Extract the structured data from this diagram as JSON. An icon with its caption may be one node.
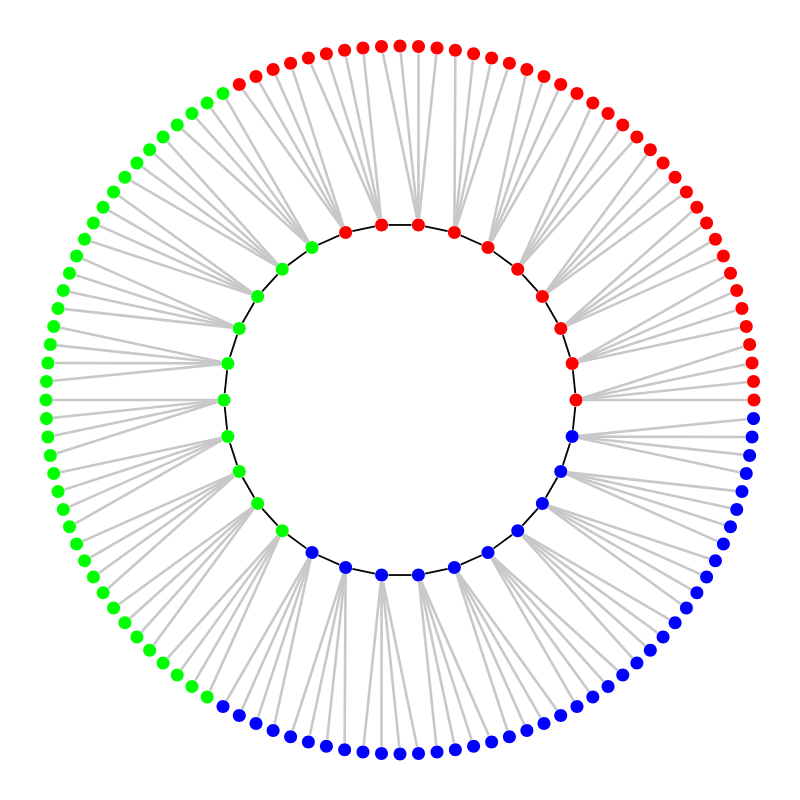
{
  "diagram": {
    "nodes": [
      {
        "text": [],
        "shape": "circle"
      },
      {
        "text": [],
        "shape": "circle"
      },
      {
        "text": [],
        "shape": "circle"
      },
      {
        "text": [],
        "shape": "circle"
      },
      {
        "text": [],
        "shape": "circle"
      },
      {
        "text": [],
        "shape": "circle"
      },
      {
        "text": [],
        "shape": "circle"
      },
      {
        "text": [],
        "shape": "circle"
      },
      {
        "text": [],
        "shape": "circle"
      },
      {
        "text": [],
        "shape": "circle"
      },
      {
        "text": [],
        "shape": "circle"
      },
      {
        "text": [],
        "shape": "circle"
      },
      {
        "text": [],
        "shape": "circle"
      },
      {
        "text": [],
        "shape": "circle"
      },
      {
        "text": [],
        "shape": "circle"
      },
      {
        "text": [],
        "shape": "circle"
      },
      {
        "text": [],
        "shape": "circle"
      },
      {
        "text": [],
        "shape": "circle"
      },
      {
        "text": [],
        "shape": "circle"
      },
      {
        "text": [],
        "shape": "circle"
      },
      {
        "text": [],
        "shape": "circle"
      },
      {
        "text": [],
        "shape": "circle"
      },
      {
        "text": [],
        "shape": "circle"
      },
      {
        "text": [],
        "shape": "circle"
      },
      {
        "text": [],
        "shape": "circle"
      },
      {
        "text": [],
        "shape": "circle"
      },
      {
        "text": [],
        "shape": "circle"
      },
      {
        "text": [],
        "shape": "circle"
      },
      {
        "text": [],
        "shape": "circle"
      },
      {
        "text": [],
        "shape": "circle"
      },
      {
        "text": [],
        "shape": "circle"
      },
      {
        "text": [],
        "shape": "circle"
      },
      {
        "text": [],
        "shape": "circle"
      },
      {
        "text": [],
        "shape": "circle"
      },
      {
        "text": [],
        "shape": "circle"
      },
      {
        "text": [],
        "shape": "circle"
      },
      {
        "text": [],
        "shape": "circle"
      },
      {
        "text": [],
        "shape": "circle"
      },
      {
        "text": [],
        "shape": "circle"
      },
      {
        "text": [],
        "shape": "circle"
      },
      {
        "text": [],
        "shape": "circle"
      },
      {
        "text": [],
        "shape": "circle"
      },
      {
        "text": [],
        "shape": "circle"
      },
      {
        "text": [],
        "shape": "circle"
      },
      {
        "text": [],
        "shape": "circle"
      },
      {
        "text": [],
        "shape": "circle"
      },
      {
        "text": [],
        "shape": "circle"
      },
      {
        "text": [],
        "shape": "circle"
      },
      {
        "text": [],
        "shape": "circle"
      },
      {
        "text": [],
        "shape": "circle"
      },
      {
        "text": [],
        "shape": "circle"
      },
      {
        "text": [],
        "shape": "circle"
      },
      {
        "text": [],
        "shape": "circle"
      },
      {
        "text": [],
        "shape": "circle"
      },
      {
        "text": [],
        "shape": "circle"
      },
      {
        "text": [],
        "shape": "circle"
      },
      {
        "text": [],
        "shape": "circle"
      },
      {
        "text": [],
        "shape": "circle"
      },
      {
        "text": [],
        "shape": "circle"
      },
      {
        "text": [],
        "shape": "circle"
      },
      {
        "text": [],
        "shape": "circle"
      },
      {
        "text": [],
        "shape": "circle"
      },
      {
        "text": [],
        "shape": "circle"
      },
      {
        "text": [],
        "shape": "circle"
      },
      {
        "text": [],
        "shape": "circle"
      },
      {
        "text": [],
        "shape": "circle"
      },
      {
        "text": [],
        "shape": "circle"
      },
      {
        "text": [],
        "shape": "circle"
      },
      {
        "text": [],
        "shape": "circle"
      },
      {
        "text": [],
        "shape": "circle"
      },
      {
        "text": [],
        "shape": "circle"
      },
      {
        "text": [],
        "shape": "circle"
      },
      {
        "text": [],
        "shape": "circle"
      },
      {
        "text": [],
        "shape": "circle"
      },
      {
        "text": [],
        "shape": "circle"
      },
      {
        "text": [],
        "shape": "circle"
      },
      {
        "text": [],
        "shape": "circle"
      },
      {
        "text": [],
        "shape": "circle"
      },
      {
        "text": [],
        "shape": "circle"
      },
      {
        "text": [],
        "shape": "circle"
      },
      {
        "text": [],
        "shape": "circle"
      },
      {
        "text": [],
        "shape": "circle"
      },
      {
        "text": [],
        "shape": "circle"
      },
      {
        "text": [],
        "shape": "circle"
      },
      {
        "text": [],
        "shape": "circle"
      },
      {
        "text": [],
        "shape": "circle"
      },
      {
        "text": [],
        "shape": "circle"
      },
      {
        "text": [],
        "shape": "circle"
      },
      {
        "text": [],
        "shape": "circle"
      },
      {
        "text": [],
        "shape": "circle"
      },
      {
        "text": [],
        "shape": "circle"
      },
      {
        "text": [],
        "shape": "circle"
      },
      {
        "text": [],
        "shape": "circle"
      },
      {
        "text": [],
        "shape": "circle"
      },
      {
        "text": [],
        "shape": "circle"
      },
      {
        "text": [],
        "shape": "circle"
      },
      {
        "text": [],
        "shape": "circle"
      },
      {
        "text": [],
        "shape": "circle"
      },
      {
        "text": [],
        "shape": "circle"
      },
      {
        "text": [],
        "shape": "circle"
      },
      {
        "text": [],
        "shape": "circle"
      },
      {
        "text": [],
        "shape": "circle"
      },
      {
        "text": [],
        "shape": "circle"
      },
      {
        "text": [],
        "shape": "circle"
      },
      {
        "text": [],
        "shape": "circle"
      },
      {
        "text": [],
        "shape": "circle"
      },
      {
        "text": [],
        "shape": "circle"
      },
      {
        "text": [],
        "shape": "circle"
      },
      {
        "text": [],
        "shape": "circle"
      },
      {
        "text": [],
        "shape": "circle"
      },
      {
        "text": [],
        "shape": "circle"
      },
      {
        "text": [],
        "shape": "circle"
      },
      {
        "text": [],
        "shape": "circle"
      },
      {
        "text": [],
        "shape": "circle"
      },
      {
        "text": [],
        "shape": "circle"
      },
      {
        "text": [],
        "shape": "circle"
      },
      {
        "text": [],
        "shape": "circle"
      },
      {
        "text": [],
        "shape": "circle"
      },
      {
        "text": [],
        "shape": "circle"
      },
      {
        "text": [],
        "shape": "circle"
      },
      {
        "text": [],
        "shape": "circle"
      },
      {
        "text": [],
        "shape": "circle"
      },
      {
        "text": [],
        "shape": "circle"
      },
      {
        "text": [],
        "shape": "circle"
      },
      {
        "text": [],
        "shape": "circle"
      },
      {
        "text": [],
        "shape": "circle"
      },
      {
        "text": [],
        "shape": "circle"
      },
      {
        "text": [],
        "shape": "circle"
      },
      {
        "text": [],
        "shape": "circle"
      },
      {
        "text": [],
        "shape": "circle"
      },
      {
        "text": [],
        "shape": "circle"
      },
      {
        "text": [],
        "shape": "circle"
      },
      {
        "text": [],
        "shape": "circle"
      },
      {
        "text": [],
        "shape": "circle"
      },
      {
        "text": [],
        "shape": "circle"
      },
      {
        "text": [],
        "shape": "circle"
      },
      {
        "text": [],
        "shape": "circle"
      },
      {
        "text": [],
        "shape": "circle"
      },
      {
        "text": [],
        "shape": "circle"
      },
      {
        "text": [],
        "shape": "circle"
      },
      {
        "text": [],
        "shape": "circle"
      },
      {
        "text": [],
        "shape": "circle"
      },
      {
        "text": [],
        "shape": "circle"
      },
      {
        "text": [],
        "shape": "circle"
      },
      {
        "text": [],
        "shape": "circle"
      },
      {
        "text": [],
        "shape": "circle"
      },
      {
        "text": [],
        "shape": "circle"
      },
      {
        "text": [],
        "shape": "circle"
      },
      {
        "text": [],
        "shape": "circle"
      },
      {
        "text": [],
        "shape": "circle"
      }
    ],
    "edges": [
      {
        "from": 0,
        "to": 1,
        "arrow": "none",
        "color": "#000000"
      },
      {
        "from": 1,
        "to": 2,
        "arrow": "none",
        "color": "#000000"
      },
      {
        "from": 2,
        "to": 3,
        "arrow": "none",
        "color": "#000000"
      },
      {
        "from": 3,
        "to": 4,
        "arrow": "none",
        "color": "#000000"
      },
      {
        "from": 4,
        "to": 5,
        "arrow": "none",
        "color": "#000000"
      },
      {
        "from": 5,
        "to": 6,
        "arrow": "none",
        "color": "#000000"
      },
      {
        "from": 6,
        "to": 7,
        "arrow": "none",
        "color": "#000000"
      },
      {
        "from": 7,
        "to": 8,
        "arrow": "none",
        "color": "#000000"
      },
      {
        "from": 8,
        "to": 9,
        "arrow": "none",
        "color": "#000000"
      },
      {
        "from": 9,
        "to": 10,
        "arrow": "none",
        "color": "#000000"
      },
      {
        "from": 10,
        "to": 11,
        "arrow": "none",
        "color": "#000000"
      },
      {
        "from": 11,
        "to": 12,
        "arrow": "none",
        "color": "#000000"
      },
      {
        "from": 12,
        "to": 13,
        "arrow": "none",
        "color": "#000000"
      },
      {
        "from": 13,
        "to": 14,
        "arrow": "none",
        "color": "#000000"
      },
      {
        "from": 14,
        "to": 15,
        "arrow": "none",
        "color": "#000000"
      },
      {
        "from": 15,
        "to": 16,
        "arrow": "none",
        "color": "#000000"
      },
      {
        "from": 16,
        "to": 17,
        "arrow": "none",
        "color": "#000000"
      },
      {
        "from": 17,
        "to": 18,
        "arrow": "none",
        "color": "#000000"
      },
      {
        "from": 18,
        "to": 19,
        "arrow": "none",
        "color": "#000000"
      },
      {
        "from": 19,
        "to": 20,
        "arrow": "none",
        "color": "#000000"
      },
      {
        "from": 20,
        "to": 21,
        "arrow": "none",
        "color": "#000000"
      },
      {
        "from": 21,
        "to": 22,
        "arrow": "none",
        "color": "#000000"
      },
      {
        "from": 22,
        "to": 23,
        "arrow": "none",
        "color": "#000000"
      },
      {
        "from": 23,
        "to": 24,
        "arrow": "none",
        "color": "#000000"
      },
      {
        "from": 24,
        "to": 25,
        "arrow": "none",
        "color": "#000000"
      },
      {
        "from": 25,
        "to": 26,
        "arrow": "none",
        "color": "#000000"
      },
      {
        "from": 26,
        "to": 27,
        "arrow": "none",
        "color": "#000000"
      },
      {
        "from": 27,
        "to": 28,
        "arrow": "none",
        "color": "#000000"
      },
      {
        "from": 28,
        "to": 29,
        "arrow": "none",
        "color": "#000000"
      },
      {
        "from": 29,
        "to": 0,
        "arrow": "none",
        "color": "#000000"
      },
      {
        "from": 0,
        "to": 30,
        "arrow": "none"
      },
      {
        "from": 0,
        "to": 31,
        "arrow": "none"
      },
      {
        "from": 0,
        "to": 32,
        "arrow": "none"
      },
      {
        "from": 0,
        "to": 33,
        "arrow": "none"
      },
      {
        "from": 1,
        "to": 34,
        "arrow": "none"
      },
      {
        "from": 1,
        "to": 35,
        "arrow": "none"
      },
      {
        "from": 1,
        "to": 36,
        "arrow": "none"
      },
      {
        "from": 1,
        "to": 37,
        "arrow": "none"
      },
      {
        "from": 2,
        "to": 38,
        "arrow": "none"
      },
      {
        "from": 2,
        "to": 39,
        "arrow": "none"
      },
      {
        "from": 2,
        "to": 40,
        "arrow": "none"
      },
      {
        "from": 2,
        "to": 41,
        "arrow": "none"
      },
      {
        "from": 3,
        "to": 42,
        "arrow": "none"
      },
      {
        "from": 3,
        "to": 43,
        "arrow": "none"
      },
      {
        "from": 3,
        "to": 44,
        "arrow": "none"
      },
      {
        "from": 3,
        "to": 45,
        "arrow": "none"
      },
      {
        "from": 4,
        "to": 46,
        "arrow": "none"
      },
      {
        "from": 4,
        "to": 47,
        "arrow": "none"
      },
      {
        "from": 4,
        "to": 48,
        "arrow": "none"
      },
      {
        "from": 4,
        "to": 49,
        "arrow": "none"
      },
      {
        "from": 5,
        "to": 50,
        "arrow": "none"
      },
      {
        "from": 5,
        "to": 51,
        "arrow": "none"
      },
      {
        "from": 5,
        "to": 52,
        "arrow": "none"
      },
      {
        "from": 5,
        "to": 53,
        "arrow": "none"
      },
      {
        "from": 6,
        "to": 54,
        "arrow": "none"
      },
      {
        "from": 6,
        "to": 55,
        "arrow": "none"
      },
      {
        "from": 6,
        "to": 56,
        "arrow": "none"
      },
      {
        "from": 6,
        "to": 57,
        "arrow": "none"
      },
      {
        "from": 7,
        "to": 58,
        "arrow": "none"
      },
      {
        "from": 7,
        "to": 59,
        "arrow": "none"
      },
      {
        "from": 7,
        "to": 60,
        "arrow": "none"
      },
      {
        "from": 7,
        "to": 61,
        "arrow": "none"
      },
      {
        "from": 8,
        "to": 62,
        "arrow": "none"
      },
      {
        "from": 8,
        "to": 63,
        "arrow": "none"
      },
      {
        "from": 8,
        "to": 64,
        "arrow": "none"
      },
      {
        "from": 8,
        "to": 65,
        "arrow": "none"
      },
      {
        "from": 9,
        "to": 66,
        "arrow": "none"
      },
      {
        "from": 9,
        "to": 67,
        "arrow": "none"
      },
      {
        "from": 9,
        "to": 68,
        "arrow": "none"
      },
      {
        "from": 9,
        "to": 69,
        "arrow": "none"
      },
      {
        "from": 10,
        "to": 70,
        "arrow": "none"
      },
      {
        "from": 10,
        "to": 71,
        "arrow": "none"
      },
      {
        "from": 10,
        "to": 72,
        "arrow": "none"
      },
      {
        "from": 10,
        "to": 73,
        "arrow": "none"
      },
      {
        "from": 11,
        "to": 74,
        "arrow": "none"
      },
      {
        "from": 11,
        "to": 75,
        "arrow": "none"
      },
      {
        "from": 11,
        "to": 76,
        "arrow": "none"
      },
      {
        "from": 11,
        "to": 77,
        "arrow": "none"
      },
      {
        "from": 12,
        "to": 78,
        "arrow": "none"
      },
      {
        "from": 12,
        "to": 79,
        "arrow": "none"
      },
      {
        "from": 12,
        "to": 80,
        "arrow": "none"
      },
      {
        "from": 12,
        "to": 81,
        "arrow": "none"
      },
      {
        "from": 13,
        "to": 82,
        "arrow": "none"
      },
      {
        "from": 13,
        "to": 83,
        "arrow": "none"
      },
      {
        "from": 13,
        "to": 84,
        "arrow": "none"
      },
      {
        "from": 13,
        "to": 85,
        "arrow": "none"
      },
      {
        "from": 14,
        "to": 86,
        "arrow": "none"
      },
      {
        "from": 14,
        "to": 87,
        "arrow": "none"
      },
      {
        "from": 14,
        "to": 88,
        "arrow": "none"
      },
      {
        "from": 14,
        "to": 89,
        "arrow": "none"
      },
      {
        "from": 15,
        "to": 90,
        "arrow": "none"
      },
      {
        "from": 15,
        "to": 91,
        "arrow": "none"
      },
      {
        "from": 15,
        "to": 92,
        "arrow": "none"
      },
      {
        "from": 15,
        "to": 93,
        "arrow": "none"
      },
      {
        "from": 16,
        "to": 94,
        "arrow": "none"
      },
      {
        "from": 16,
        "to": 95,
        "arrow": "none"
      },
      {
        "from": 16,
        "to": 96,
        "arrow": "none"
      },
      {
        "from": 16,
        "to": 97,
        "arrow": "none"
      },
      {
        "from": 17,
        "to": 98,
        "arrow": "none"
      },
      {
        "from": 17,
        "to": 99,
        "arrow": "none"
      },
      {
        "from": 17,
        "to": 100,
        "arrow": "none"
      },
      {
        "from": 17,
        "to": 101,
        "arrow": "none"
      },
      {
        "from": 18,
        "to": 102,
        "arrow": "none"
      },
      {
        "from": 18,
        "to": 103,
        "arrow": "none"
      },
      {
        "from": 18,
        "to": 104,
        "arrow": "none"
      },
      {
        "from": 18,
        "to": 105,
        "arrow": "none"
      },
      {
        "from": 19,
        "to": 106,
        "arrow": "none"
      },
      {
        "from": 19,
        "to": 107,
        "arrow": "none"
      },
      {
        "from": 19,
        "to": 108,
        "arrow": "none"
      },
      {
        "from": 19,
        "to": 109,
        "arrow": "none"
      },
      {
        "from": 20,
        "to": 110,
        "arrow": "none"
      },
      {
        "from": 20,
        "to": 111,
        "arrow": "none"
      },
      {
        "from": 20,
        "to": 112,
        "arrow": "none"
      },
      {
        "from": 20,
        "to": 113,
        "arrow": "none"
      },
      {
        "from": 21,
        "to": 114,
        "arrow": "none"
      },
      {
        "from": 21,
        "to": 115,
        "arrow": "none"
      },
      {
        "from": 21,
        "to": 116,
        "arrow": "none"
      },
      {
        "from": 21,
        "to": 117,
        "arrow": "none"
      },
      {
        "from": 22,
        "to": 118,
        "arrow": "none"
      },
      {
        "from": 22,
        "to": 119,
        "arrow": "none"
      },
      {
        "from": 22,
        "to": 120,
        "arrow": "none"
      },
      {
        "from": 22,
        "to": 121,
        "arrow": "none"
      },
      {
        "from": 23,
        "to": 122,
        "arrow": "none"
      },
      {
        "from": 23,
        "to": 123,
        "arrow": "none"
      },
      {
        "from": 23,
        "to": 124,
        "arrow": "none"
      },
      {
        "from": 23,
        "to": 125,
        "arrow": "none"
      },
      {
        "from": 24,
        "to": 126,
        "arrow": "none"
      },
      {
        "from": 24,
        "to": 127,
        "arrow": "none"
      },
      {
        "from": 24,
        "to": 128,
        "arrow": "none"
      },
      {
        "from": 24,
        "to": 129,
        "arrow": "none"
      },
      {
        "from": 25,
        "to": 130,
        "arrow": "none"
      },
      {
        "from": 25,
        "to": 131,
        "arrow": "none"
      },
      {
        "from": 25,
        "to": 132,
        "arrow": "none"
      },
      {
        "from": 25,
        "to": 133,
        "arrow": "none"
      },
      {
        "from": 26,
        "to": 134,
        "arrow": "none"
      },
      {
        "from": 26,
        "to": 135,
        "arrow": "none"
      },
      {
        "from": 26,
        "to": 136,
        "arrow": "none"
      },
      {
        "from": 26,
        "to": 137,
        "arrow": "none"
      },
      {
        "from": 27,
        "to": 138,
        "arrow": "none"
      },
      {
        "from": 27,
        "to": 139,
        "arrow": "none"
      },
      {
        "from": 27,
        "to": 140,
        "arrow": "none"
      },
      {
        "from": 27,
        "to": 141,
        "arrow": "none"
      },
      {
        "from": 28,
        "to": 142,
        "arrow": "none"
      },
      {
        "from": 28,
        "to": 143,
        "arrow": "none"
      },
      {
        "from": 28,
        "to": 144,
        "arrow": "none"
      },
      {
        "from": 28,
        "to": 145,
        "arrow": "none"
      },
      {
        "from": 29,
        "to": 146,
        "arrow": "none"
      },
      {
        "from": 29,
        "to": 147,
        "arrow": "none"
      },
      {
        "from": 29,
        "to": 148,
        "arrow": "none"
      },
      {
        "from": 29,
        "to": 149,
        "arrow": "none"
      }
    ]
  }
}
